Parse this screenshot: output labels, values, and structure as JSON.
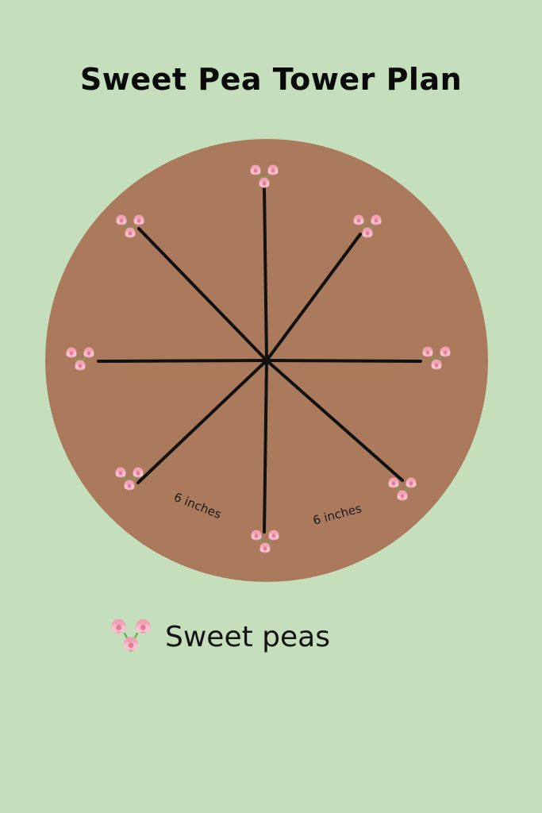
{
  "title": "Sweet Pea Tower Plan",
  "colors": {
    "background": "#c5dfbd",
    "bed": "#ab7a5c",
    "string": "#111111",
    "petal": "#f2a0b4",
    "petal_center": "#e57a96",
    "stem": "#6aa84f"
  },
  "spacing_labels": [
    "6 inches",
    "6 inches"
  ],
  "plant_icon": "sweet-pea-flower-icon",
  "plant_count": 8,
  "legend": {
    "icon": "sweet-pea-flower-icon",
    "label": "Sweet peas"
  }
}
